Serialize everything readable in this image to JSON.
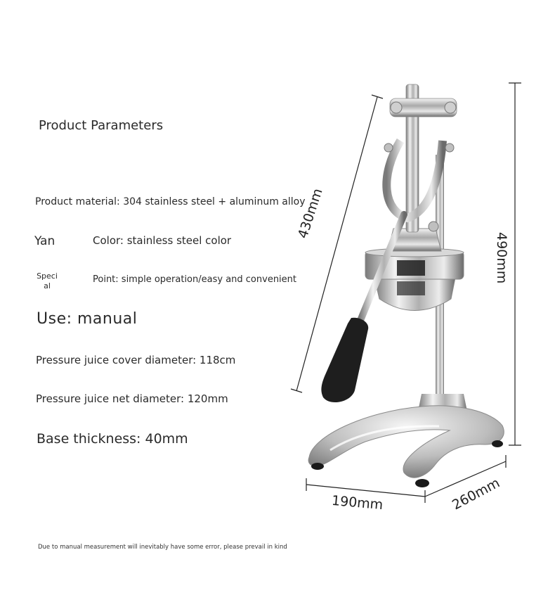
{
  "params": {
    "title": "Product Parameters",
    "material": "Product material: 304 stainless steel + aluminum alloy",
    "yan": "Yan",
    "color": "Color: stainless steel color",
    "special": "Speci al",
    "point": "Point: simple operation/easy and convenient",
    "use": "Use: manual",
    "cover": "Pressure juice cover diameter: 118cm",
    "net": "Pressure juice net diameter: 120mm",
    "base": "Base thickness: 40mm"
  },
  "note": "Due to manual measurement will inevitably have some error, please prevail in kind",
  "dimensions": {
    "height_handle": "430mm",
    "height_total": "490mm",
    "width": "190mm",
    "depth": "260mm"
  },
  "colors": {
    "steel_light": "#eeeeee",
    "steel_mid": "#b5b5b5",
    "steel_dark": "#6e6e6e",
    "grip": "#1e1e1e"
  }
}
